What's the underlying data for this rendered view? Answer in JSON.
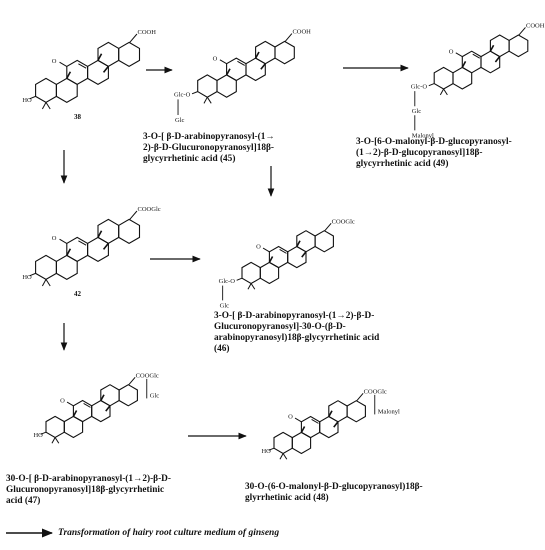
{
  "compounds": [
    {
      "id": "38",
      "number": "38",
      "left_group": "HO",
      "acid_group": "COOH",
      "ketone": "O",
      "name": ""
    },
    {
      "id": "45",
      "number": "",
      "left_group": "Glc-O",
      "sugar_chain": [
        "Glc"
      ],
      "acid_group": "COOH",
      "ketone": "O",
      "name": "3-O-[ β-D-arabinopyranosyl-(1→\n2)-β-D-Glucuronopyranosyl]18β-\nglycyrrhetinic acid      (45)"
    },
    {
      "id": "49",
      "number": "",
      "left_group": "Glc-O",
      "sugar_chain": [
        "Glc",
        "Malonyl"
      ],
      "acid_group": "COOH",
      "ketone": "O",
      "name": "3-O-[6-O-malonyl-β-D-glucopyranosyl-\n(1→2)-β-D-glucopyranosyl]18β-\nglycyrrhetinic acid       (49)"
    },
    {
      "id": "42",
      "number": "42",
      "left_group": "HO",
      "acid_group": "COOGlc",
      "ketone": "O",
      "name": ""
    },
    {
      "id": "46",
      "number": "",
      "left_group": "Glc-O",
      "sugar_chain": [
        "Glc"
      ],
      "acid_group": "COOGlc",
      "ketone": "O",
      "name": "3-O-[ β-D-arabinopyranosyl-(1→2)-β-D-\nGlucuronopyranosyl]-30-O-(β-D-\narabinopyranosyl)18β-glycyrrhetinic acid\n     (46)"
    },
    {
      "id": "47",
      "number": "",
      "left_group": "HO",
      "acid_group": "COOGlc",
      "acid_sub": "Glc",
      "ketone": "O",
      "name": "30-O-[ β-D-arabinopyranosyl-(1→2)-β-D-\nGlucuronopyranosyl]18β-glycyrrhetinic\nacid  (47)"
    },
    {
      "id": "48",
      "number": "",
      "left_group": "HO",
      "acid_group": "COOGlc",
      "acid_sub": "Malonyl",
      "ketone": "O",
      "name": "30-O-(6-O-malonyl-β-D-glucopyranosyl)18β-\nglyrrhetinic acid (48)"
    }
  ],
  "transformations": [
    {
      "from": "38",
      "to": "45",
      "direction": "right"
    },
    {
      "from": "45",
      "to": "49",
      "direction": "right"
    },
    {
      "from": "38",
      "to": "42",
      "direction": "down"
    },
    {
      "from": "45",
      "to": "46",
      "direction": "down"
    },
    {
      "from": "42",
      "to": "46",
      "direction": "right"
    },
    {
      "from": "42",
      "to": "47",
      "direction": "down"
    },
    {
      "from": "47",
      "to": "48",
      "direction": "right"
    }
  ],
  "legend": {
    "text": "Transformation of hairy root culture medium of ginseng"
  }
}
